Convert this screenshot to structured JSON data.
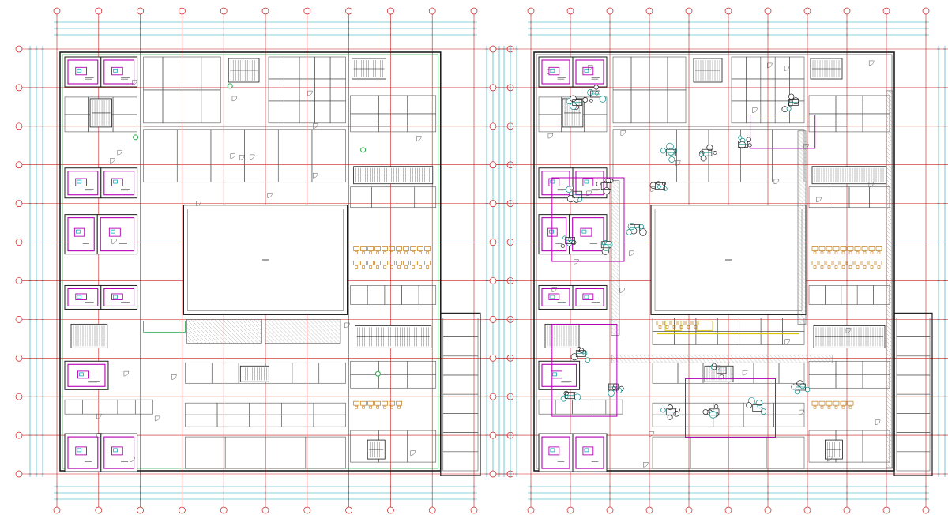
{
  "figure": {
    "colors": {
      "background": "#ffffff",
      "grid": "#cc1a1a",
      "wall": "#1e1e1e",
      "partition": "#555555",
      "room": "#b400b4",
      "equipment": "#0a8f8a",
      "dimension": "#14a8b8",
      "furniture": "#c07a1a",
      "hatch": "#9a9a9a",
      "accent_green": "#2aa84a",
      "accent_yellow": "#d8c400"
    },
    "plans": [
      {
        "id": "plan-left",
        "variant": "basic",
        "grid_columns": 11,
        "grid_rows": 12,
        "courtyard": true
      },
      {
        "id": "plan-right",
        "variant": "furnished",
        "grid_columns": 11,
        "grid_rows": 12,
        "courtyard": true
      }
    ]
  }
}
